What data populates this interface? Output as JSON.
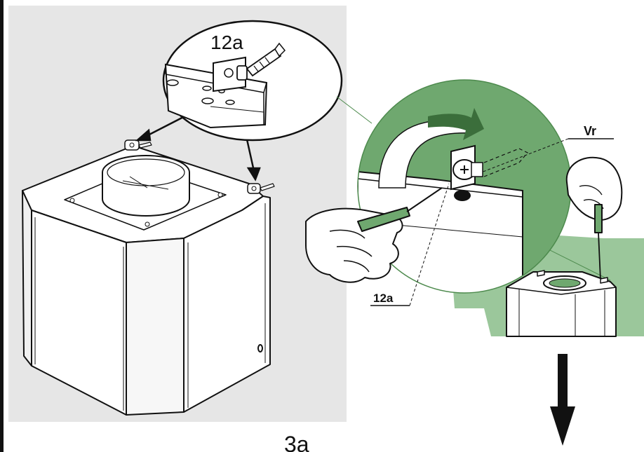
{
  "labels": {
    "figure_id": "3a",
    "detail_callout": "12a",
    "screw_ref": "12a",
    "vr_ref": "Vr"
  },
  "colors": {
    "panel_bg": "#e6e6e6",
    "green_main": "#6fa86f",
    "green_light": "#9bc79b",
    "line": "#111111"
  }
}
